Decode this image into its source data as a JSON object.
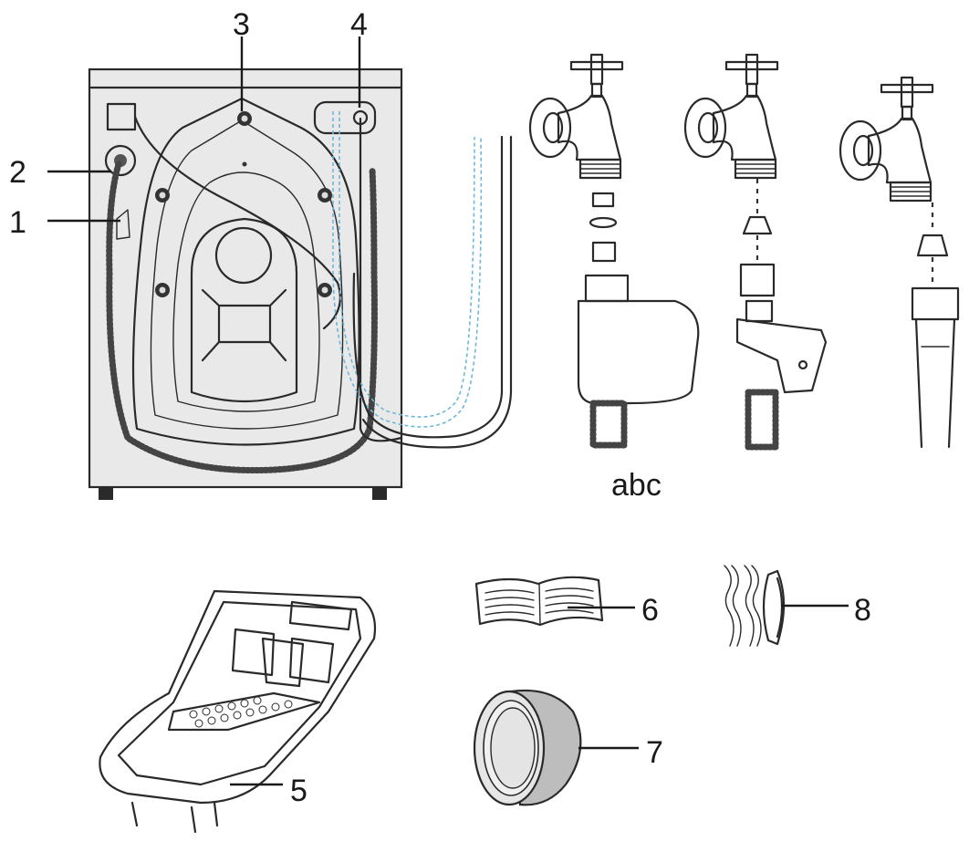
{
  "callouts": {
    "c1": "1",
    "c2": "2",
    "c3": "3",
    "c4": "4",
    "c5": "5",
    "c6": "6",
    "c7": "7",
    "c8": "8"
  },
  "tap_caption": "abc",
  "colors": {
    "machine_panel": "#e9e9e9",
    "line": "#2a2a2a",
    "inlet_hose_dashed": "#6fb8d8",
    "background": "#ffffff",
    "nut_body": "#bdbdbd"
  }
}
